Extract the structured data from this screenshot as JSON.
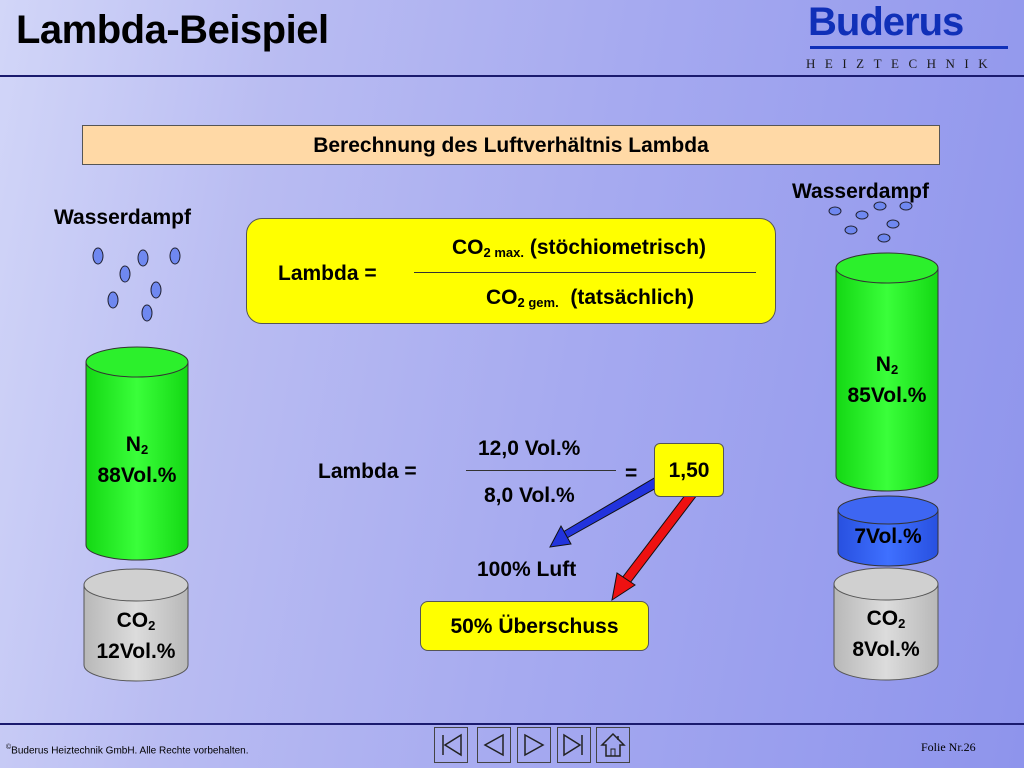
{
  "slide": {
    "title": "Lambda-Beispiel",
    "banner": "Berechnung des Luftverhältnis Lambda"
  },
  "logo": {
    "name": "Buderus",
    "subtitle": "HEIZTECHNIK"
  },
  "formula": {
    "lhs": "Lambda =",
    "numerator_main": "CO",
    "numerator_sub": "2 max.",
    "numerator_note": "(stöchiometrisch)",
    "denominator_main": "CO",
    "denominator_sub": "2 gem.",
    "denominator_note": "(tatsächlich)"
  },
  "example": {
    "lhs": "Lambda =",
    "numerator": "12,0 Vol.%",
    "denominator": "8,0 Vol.%",
    "equals": "=",
    "result": "1,50",
    "full_air": "100% Luft",
    "surplus": "50% Überschuss"
  },
  "left_cylinder": {
    "vapor_label": "Wasserdampf",
    "n2_main": "N",
    "n2_sub": "2",
    "n2_value": "88Vol.%",
    "co2_main": "CO",
    "co2_sub": "2",
    "co2_value": "12Vol.%"
  },
  "right_cylinder": {
    "vapor_label": "Wasserdampf",
    "n2_main": "N",
    "n2_sub": "2",
    "n2_value": "85Vol.%",
    "o2_value": "7Vol.%",
    "co2_main": "CO",
    "co2_sub": "2",
    "co2_value": "8Vol.%"
  },
  "footer": {
    "copyright_symbol": "©",
    "copyright": "Buderus Heiztechnik GmbH. Alle Rechte vorbehalten.",
    "slide_number": "Folie Nr.26"
  },
  "nav_icons": [
    "first-slide-icon",
    "previous-slide-icon",
    "next-slide-icon",
    "last-slide-icon",
    "home-icon"
  ],
  "colors": {
    "n2_green": "#22ee22",
    "co2_gray": "#c8c8c8",
    "o2_blue": "#2f5ff0",
    "highlight_yellow": "#ffff00",
    "banner_orange": "#ffd9a6",
    "droplet_blue": "#6f88f0",
    "arrow_blue": "#2233dd",
    "arrow_red": "#ee1111",
    "logo_blue": "#1030b8"
  }
}
